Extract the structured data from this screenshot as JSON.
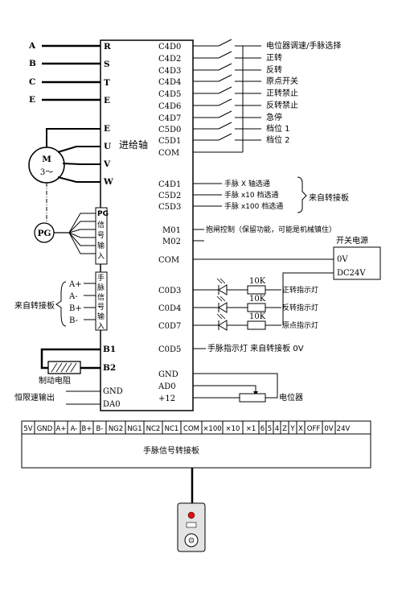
{
  "power_inputs": [
    "A",
    "B",
    "C",
    "E"
  ],
  "drive_left_terminals": [
    "R",
    "S",
    "T",
    "E",
    "E",
    "U",
    "V",
    "W"
  ],
  "drive_title": "进给轴",
  "motor": {
    "line1": "M",
    "line2": "3～"
  },
  "pg_circle": "PG",
  "pg_block": {
    "title": "PG",
    "chars": [
      "信",
      "号",
      "输",
      "入"
    ]
  },
  "handwheel_block": {
    "chars": [
      "手",
      "脉",
      "信",
      "号",
      "输",
      "入"
    ],
    "pins": [
      "A+",
      "A-",
      "B+",
      "B-"
    ]
  },
  "from_adapter_left": "来自转接板",
  "brake_terminals": [
    "B1",
    "B2"
  ],
  "brake_resistor": "制动电阻",
  "constant_speed": {
    "label": "恒限速输出",
    "pins": [
      "GND",
      "DA0"
    ]
  },
  "input_terminals": [
    {
      "pin": "C4D0",
      "desc": "电位器调速/手脉选择"
    },
    {
      "pin": "C4D2",
      "desc": "正转"
    },
    {
      "pin": "C4D3",
      "desc": "反转"
    },
    {
      "pin": "C4D4",
      "desc": "原点开关"
    },
    {
      "pin": "C4D5",
      "desc": "正转禁止"
    },
    {
      "pin": "C4D6",
      "desc": "反转禁止"
    },
    {
      "pin": "C4D7",
      "desc": "急停"
    },
    {
      "pin": "C5D0",
      "desc": "档位 1"
    },
    {
      "pin": "C5D1",
      "desc": "档位 2"
    }
  ],
  "com_pin": "COM",
  "axis_select": [
    {
      "pin": "C4D1",
      "desc": "手脉 X 轴选通"
    },
    {
      "pin": "C5D2",
      "desc": "手脉 x10 档选通"
    },
    {
      "pin": "C5D3",
      "desc": "手脉 x100 档选通"
    }
  ],
  "from_adapter_right": "来自转接板",
  "m01": {
    "pin": "M01",
    "desc": "抱闸控制（保留功能，可能是机械镇住）"
  },
  "m02": "M02",
  "com2": "COM",
  "psu": {
    "title": "开关电源",
    "v0": "0V",
    "v24": "DC24V"
  },
  "indicators": [
    {
      "pin": "C0D3",
      "res": "10K",
      "desc": "正转指示灯"
    },
    {
      "pin": "C0D4",
      "res": "10K",
      "desc": "反转指示灯"
    },
    {
      "pin": "C0D7",
      "res": "10K",
      "desc": "原点指示灯"
    }
  ],
  "c0d5": {
    "pin": "C0D5",
    "desc": "手脉指示灯 来自转接板 0V"
  },
  "pot_pins": [
    "GND",
    "AD0",
    "+12"
  ],
  "potentiometer": "电位器",
  "bottom_terminals": [
    "5V",
    "GND",
    "A+",
    "A-",
    "B+",
    "B-",
    "NG2",
    "NG1",
    "NC2",
    "NC1",
    "COM",
    "×100",
    "×10",
    "×1",
    "6",
    "5",
    "4",
    "Z",
    "Y",
    "X",
    "OFF",
    "0V",
    "24V"
  ],
  "adapter_board": "手脉信号转接板",
  "colors": {
    "line": "#000000",
    "knob": "#e01010",
    "pendant_body": "#e4e4e4"
  }
}
